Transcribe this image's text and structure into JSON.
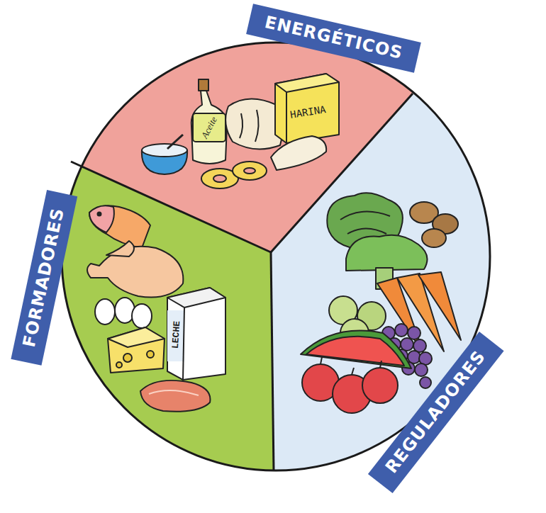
{
  "diagram": {
    "nodes": [
      {
        "text": [
          "ENERGÉTICOS"
        ]
      },
      {
        "text": [
          "FORMADORES"
        ]
      },
      {
        "text": [
          "REGULADORES"
        ]
      }
    ],
    "labels": [
      "Aceite",
      "HARINA",
      "LECHE"
    ]
  }
}
